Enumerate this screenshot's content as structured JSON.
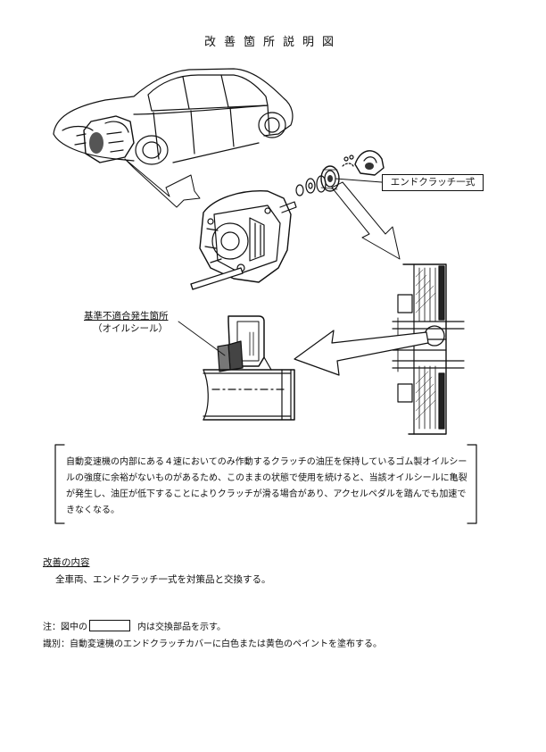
{
  "document": {
    "title": "改善箇所説明図",
    "callout_label": "エンドクラッチ一式",
    "defect_label_line1": "基準不適合発生箇所",
    "defect_label_line2": "（オイルシール）",
    "description": "自動変速機の内部にある４速においてのみ作動するクラッチの油圧を保持しているゴム製オイルシールの強度に余裕がないものがあるため、このままの状態で使用を続けると、当該オイルシールに亀裂が発生し、油圧が低下することによりクラッチが滑る場合があり、アクセルペダルを踏んでも加速できなくなる。",
    "improvement_heading": "改善の内容",
    "improvement_body": "全車両、エンドクラッチ一式を対策品と交換する。",
    "note_prefix": "注：図中の",
    "note_suffix": "内は交換部品を示す。",
    "identification": "識別：自動変速機のエンドクラッチカバーに白色または黄色のペイントを塗布する。"
  }
}
